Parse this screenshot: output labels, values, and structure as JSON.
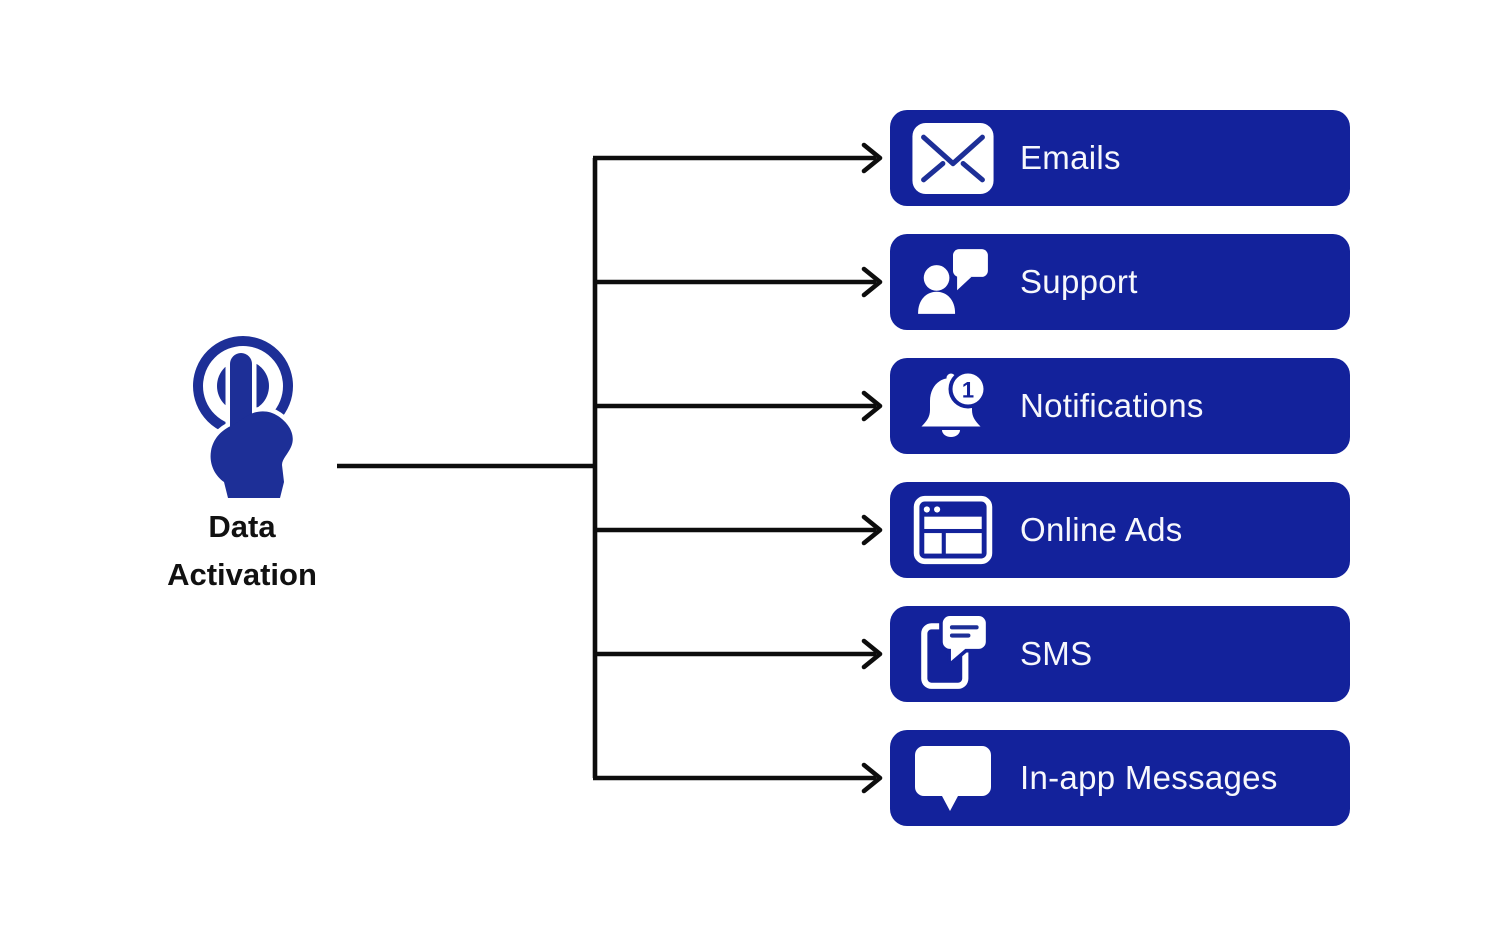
{
  "source": {
    "line1": "Data",
    "line2": "Activation",
    "icon": "tap-gesture-icon"
  },
  "channels": [
    {
      "label": "Emails",
      "icon": "email-envelope-icon"
    },
    {
      "label": "Support",
      "icon": "support-person-chat-icon"
    },
    {
      "label": "Notifications",
      "icon": "notification-bell-icon",
      "badge": "1"
    },
    {
      "label": "Online Ads",
      "icon": "browser-window-icon"
    },
    {
      "label": "SMS",
      "icon": "phone-message-icon"
    },
    {
      "label": "In-app Messages",
      "icon": "speech-bubble-icon"
    }
  ],
  "colors": {
    "box_blue": "#13229B",
    "icon_blue": "#1D2F97",
    "line_black": "#0D0D0D",
    "label_white": "#F7F8FC"
  }
}
